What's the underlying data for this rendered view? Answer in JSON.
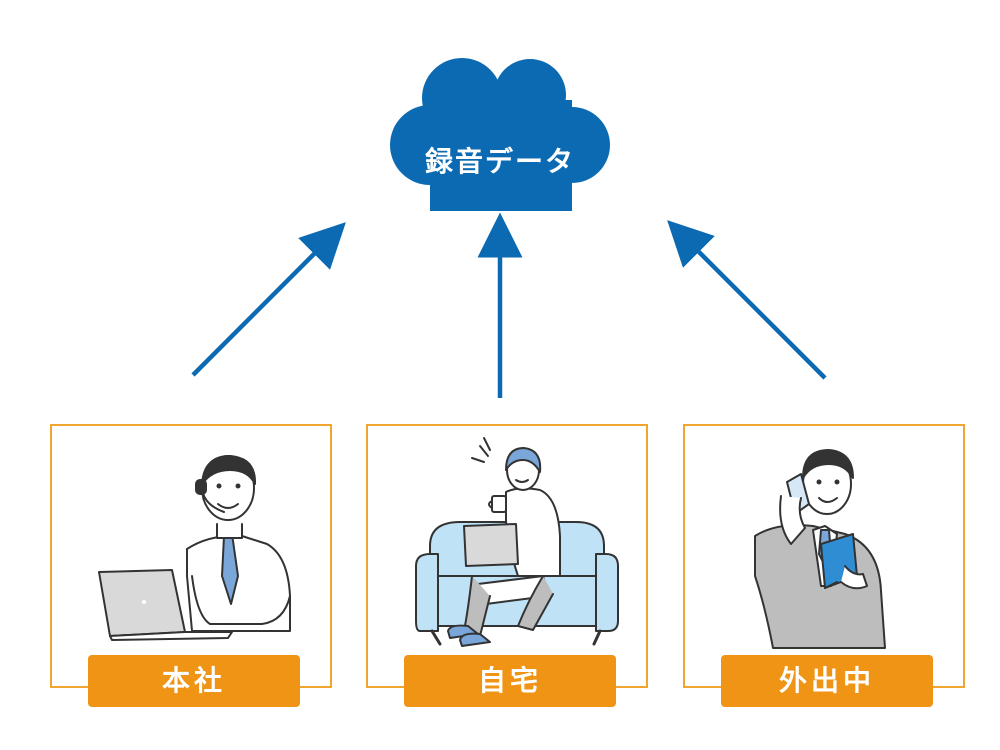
{
  "cloud": {
    "label": "録音データ",
    "color": "#0b6ab2"
  },
  "locations": [
    {
      "label": "本社",
      "icon": "office-worker-headset-laptop-icon"
    },
    {
      "label": "自宅",
      "icon": "home-worker-sofa-laptop-icon"
    },
    {
      "label": "外出中",
      "icon": "outside-worker-phone-notebook-icon"
    }
  ],
  "colors": {
    "arrow": "#0b6ab2",
    "panel_border": "#f0a531",
    "tag": "#ef9414"
  }
}
